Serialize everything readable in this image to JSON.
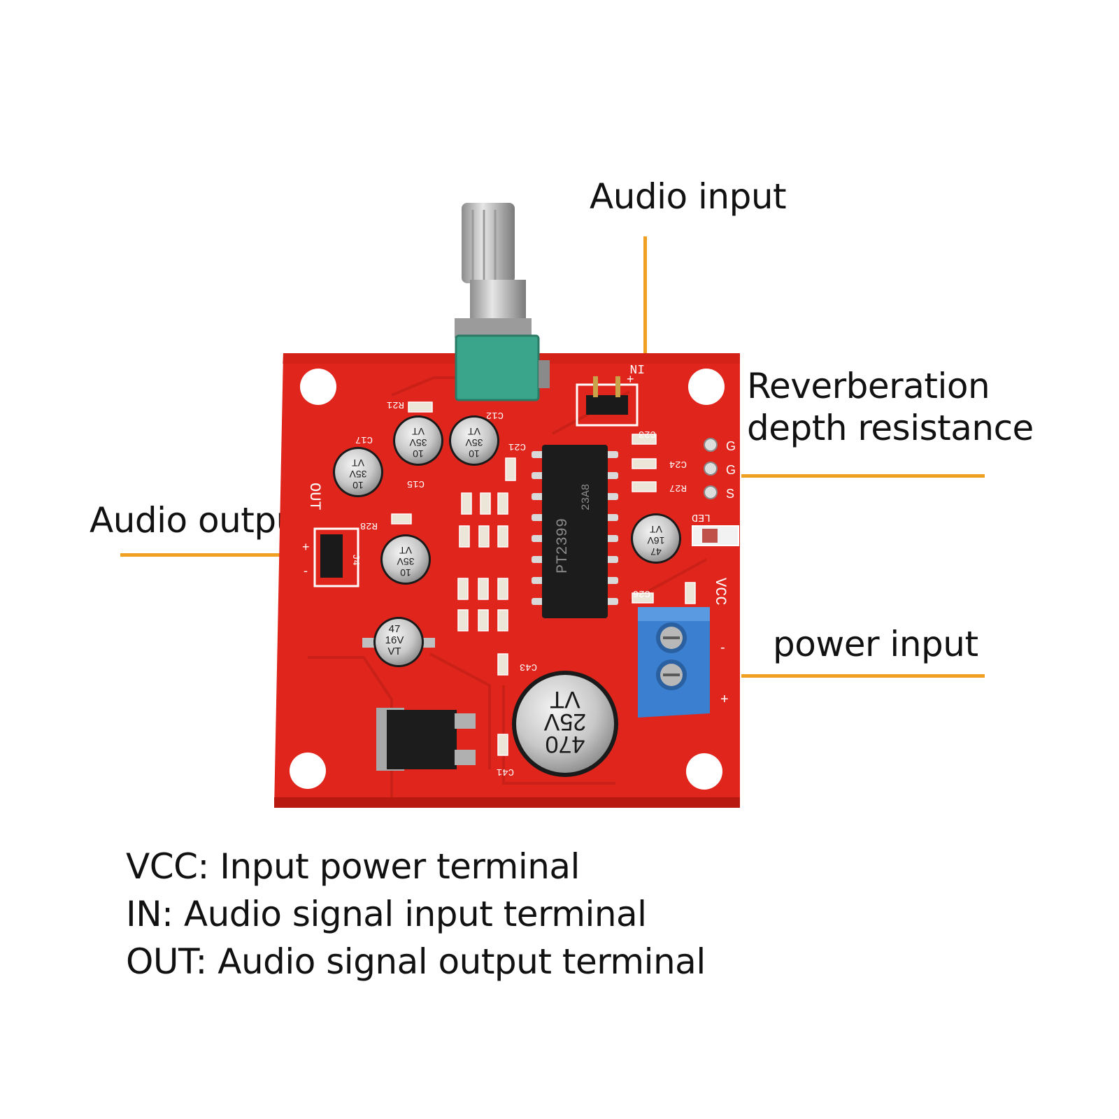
{
  "callouts": {
    "audio_input": "Audio input",
    "reverb_line1": "Reverberation",
    "reverb_line2": "depth resistance",
    "audio_output": "Audio outpu",
    "power_input": "power input"
  },
  "legend": [
    "VCC: Input power terminal",
    "IN: Audio signal input terminal",
    "OUT: Audio signal output terminal"
  ],
  "board": {
    "chip": "PT2399",
    "chip_code": "23A8",
    "silk_in": "IN",
    "silk_out": "OUT",
    "silk_vcc": "VCC",
    "silk_led": "LED",
    "pin_g1": "G",
    "pin_g2": "G",
    "pin_s": "S",
    "plus": "+",
    "minus": "-",
    "cap_big": [
      "470",
      "25V",
      "VT"
    ],
    "cap_small_a": [
      "10",
      "35V",
      "VT"
    ],
    "cap_small_b": [
      "47",
      "16V",
      "VT"
    ],
    "ref_c12": "C12",
    "ref_c15": "C15",
    "ref_c17": "C17",
    "ref_c21": "C21",
    "ref_c23": "C23",
    "ref_c24": "C24",
    "ref_c26": "C26",
    "ref_c41": "C41",
    "ref_c43": "C43",
    "ref_r21": "R21",
    "ref_r27": "R27",
    "ref_r28": "R28",
    "ref_j4": "J4"
  },
  "colors": {
    "pcb": "#e0261c",
    "accent_line": "#f0a020",
    "terminal": "#3a7fd0",
    "pot_body": "#3aa58a"
  }
}
